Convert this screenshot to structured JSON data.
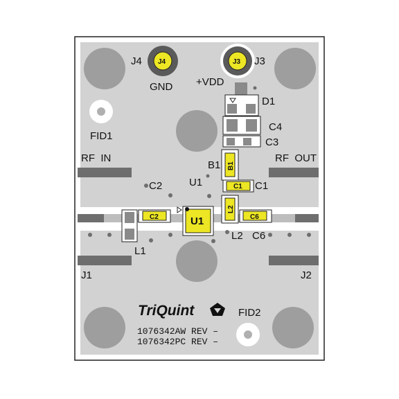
{
  "labels": {
    "j4": "J4",
    "j4_pin": "J4",
    "gnd": "GND",
    "j3": "J3",
    "j3_pin": "J3",
    "vdd": "+VDD",
    "d1": "D1",
    "c4": "C4",
    "c3": "C3",
    "fid1": "FID1",
    "fid2": "FID2",
    "rf_in": "RF  IN",
    "rf_out": "RF  OUT",
    "b1": "B1",
    "b1_part": "B1",
    "c2_top": "C2",
    "u1_top": "U1",
    "c1": "C1",
    "c1_part": "C1",
    "l2_part": "L2",
    "l2": "L2",
    "c2_part": "C2",
    "u1_part": "U1",
    "c6_part": "C6",
    "c6": "C6",
    "l1": "L1",
    "j1": "J1",
    "j2": "J2"
  },
  "brand": {
    "name": "TriQuint",
    "rev1": "1076342AW REV –",
    "rev2": "1076342PC REV –"
  },
  "colors": {
    "board": "#d0d0d0",
    "copper": "#a9a9a9",
    "hole": "#9b9b9b",
    "pad_yellow": "#ece624",
    "silk": "#111111"
  }
}
